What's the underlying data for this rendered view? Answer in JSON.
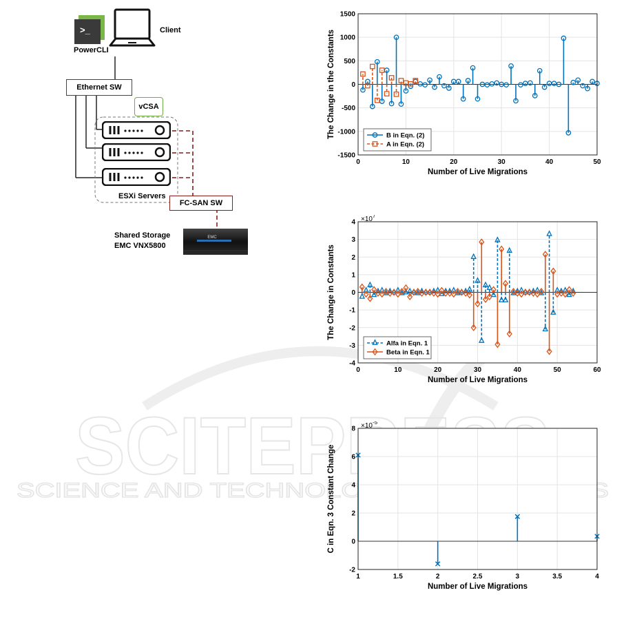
{
  "diagram": {
    "powercli_label": "PowerCLI",
    "client_label": "Client",
    "ethernet_sw_label": "Ethernet SW",
    "vcsa_label": "vCSA",
    "esxi_label": "ESXi Servers",
    "fcsan_label": "FC-SAN SW",
    "storage_line1": "Shared Storage",
    "storage_line2": "EMC VNX5800",
    "storage_brand": "EMC"
  },
  "watermark": {
    "line1": "SCITEPRESS",
    "line2": "SCIENCE AND TECHNOLOGY PUBLICATIONS"
  },
  "colors": {
    "blue": "#0072BD",
    "orange": "#D95319",
    "grid": "#e6e6e6",
    "vcsa_border": "#70AD47",
    "dash_red": "#8B1A1A"
  },
  "chart_data": [
    {
      "type": "stem",
      "xlabel": "Number of Live Migrations",
      "ylabel": "The Change in the Constants",
      "xlim": [
        0,
        50
      ],
      "ylim": [
        -1500,
        1500
      ],
      "xticks": [
        "0",
        "10",
        "20",
        "30",
        "40",
        "50"
      ],
      "yticks": [
        "-1500",
        "-1000",
        "-500",
        "0",
        "500",
        "1000",
        "1500"
      ],
      "grid": true,
      "legend_position": "bottom-left",
      "series": [
        {
          "name": "B in Eqn. (2)",
          "marker": "circle",
          "line": "solid",
          "color": "#0072BD",
          "x": [
            1,
            2,
            3,
            4,
            5,
            6,
            7,
            8,
            9,
            10,
            11,
            12,
            13,
            14,
            15,
            16,
            17,
            18,
            19,
            20,
            21,
            22,
            23,
            24,
            25,
            26,
            27,
            28,
            29,
            30,
            31,
            32,
            33,
            34,
            35,
            36,
            37,
            38,
            39,
            40,
            41,
            42,
            43,
            44,
            45,
            46,
            47,
            48,
            49,
            50
          ],
          "y": [
            -120,
            60,
            -470,
            480,
            -360,
            300,
            -410,
            1000,
            -420,
            -140,
            -40,
            60,
            10,
            -10,
            90,
            -60,
            160,
            -30,
            -80,
            60,
            60,
            -310,
            80,
            350,
            -310,
            0,
            -10,
            10,
            30,
            0,
            -10,
            390,
            -350,
            -10,
            20,
            30,
            -240,
            290,
            -60,
            20,
            20,
            0,
            980,
            -1030,
            40,
            90,
            -30,
            -90,
            60,
            20
          ]
        },
        {
          "name": "A in Eqn. (2)",
          "marker": "square",
          "line": "dashed",
          "color": "#D95319",
          "x": [
            1,
            2,
            3,
            4,
            5,
            6,
            7,
            8,
            9,
            10,
            11,
            12
          ],
          "y": [
            220,
            -30,
            380,
            -340,
            300,
            -200,
            140,
            -210,
            80,
            30,
            10,
            80
          ]
        }
      ]
    },
    {
      "type": "stem",
      "xlabel": "Number of Live Migrations",
      "ylabel": "The Change in Constants",
      "axis_multiplier": "x10^7",
      "xlim": [
        0,
        60
      ],
      "ylim": [
        -4,
        4
      ],
      "xticks": [
        "0",
        "10",
        "20",
        "30",
        "40",
        "50",
        "60"
      ],
      "yticks": [
        "-4",
        "-3",
        "-2",
        "-1",
        "0",
        "1",
        "2",
        "3",
        "4"
      ],
      "grid": true,
      "legend_position": "bottom-left",
      "series": [
        {
          "name": "Alfa in Eqn. 1",
          "marker": "triangle",
          "line": "dashed",
          "color": "#0072BD",
          "x": [
            1,
            2,
            3,
            4,
            5,
            6,
            7,
            8,
            9,
            10,
            11,
            12,
            13,
            14,
            15,
            16,
            17,
            18,
            19,
            20,
            21,
            22,
            23,
            24,
            25,
            26,
            27,
            28,
            29,
            30,
            31,
            32,
            33,
            34,
            35,
            36,
            37,
            38,
            39,
            40,
            41,
            42,
            43,
            44,
            45,
            46,
            47,
            48,
            49,
            50,
            51,
            52,
            53,
            54
          ],
          "y": [
            -0.25,
            0.1,
            0.4,
            -0.15,
            0.05,
            0.1,
            -0.05,
            0.05,
            0.0,
            0.1,
            -0.05,
            0.0,
            0.05,
            0.0,
            -0.05,
            0.05,
            0.0,
            0.0,
            0.05,
            0.1,
            -0.1,
            0.05,
            0.05,
            0.1,
            -0.05,
            0.0,
            0.05,
            0.15,
            2.0,
            0.65,
            -2.75,
            0.4,
            0.25,
            -0.15,
            2.95,
            -0.45,
            -0.45,
            2.35,
            -0.05,
            0.05,
            0.1,
            0.0,
            0.0,
            0.05,
            0.1,
            -0.05,
            -2.1,
            3.3,
            -1.15,
            0.1,
            0.05,
            0.1,
            -0.15,
            0.05
          ]
        },
        {
          "name": "Beta in Eqn. 1",
          "marker": "diamond",
          "line": "solid",
          "color": "#D95319",
          "x": [
            1,
            2,
            3,
            4,
            5,
            6,
            7,
            8,
            9,
            10,
            11,
            12,
            13,
            14,
            15,
            16,
            17,
            18,
            19,
            20,
            21,
            22,
            23,
            24,
            25,
            26,
            27,
            28,
            29,
            30,
            31,
            32,
            33,
            34,
            35,
            36,
            37,
            38,
            39,
            40,
            41,
            42,
            43,
            44,
            45,
            46,
            47,
            48,
            49,
            50,
            51,
            52,
            53,
            54
          ],
          "y": [
            0.3,
            -0.1,
            -0.35,
            0.15,
            -0.05,
            -0.1,
            0.05,
            -0.05,
            0.0,
            -0.1,
            0.05,
            0.25,
            -0.25,
            0.0,
            0.05,
            -0.05,
            0.0,
            0.0,
            -0.05,
            -0.1,
            0.1,
            -0.05,
            -0.05,
            -0.1,
            0.05,
            0.0,
            -0.05,
            -0.15,
            -2.0,
            -0.65,
            2.85,
            -0.4,
            -0.25,
            0.15,
            -2.95,
            2.45,
            0.5,
            -2.35,
            0.05,
            -0.05,
            -0.1,
            0.0,
            0.0,
            -0.05,
            -0.1,
            0.05,
            2.15,
            -3.35,
            1.2,
            -0.1,
            -0.05,
            -0.1,
            0.15,
            -0.05
          ]
        }
      ]
    },
    {
      "type": "stem",
      "xlabel": "Number of Live Migrations",
      "ylabel": "C in Eqn. 3  Constant Change",
      "axis_multiplier": "x10^-5",
      "xlim": [
        1,
        4
      ],
      "ylim": [
        -2,
        8
      ],
      "xticks": [
        "1",
        "1.5",
        "2",
        "2.5",
        "3",
        "3.5",
        "4"
      ],
      "yticks": [
        "-2",
        "0",
        "2",
        "4",
        "6",
        "8"
      ],
      "grid": true,
      "series": [
        {
          "marker": "x",
          "line": "solid",
          "color": "#0072BD",
          "x": [
            1,
            2,
            3,
            4
          ],
          "y": [
            6.1,
            -1.6,
            1.75,
            0.35
          ]
        }
      ]
    }
  ]
}
